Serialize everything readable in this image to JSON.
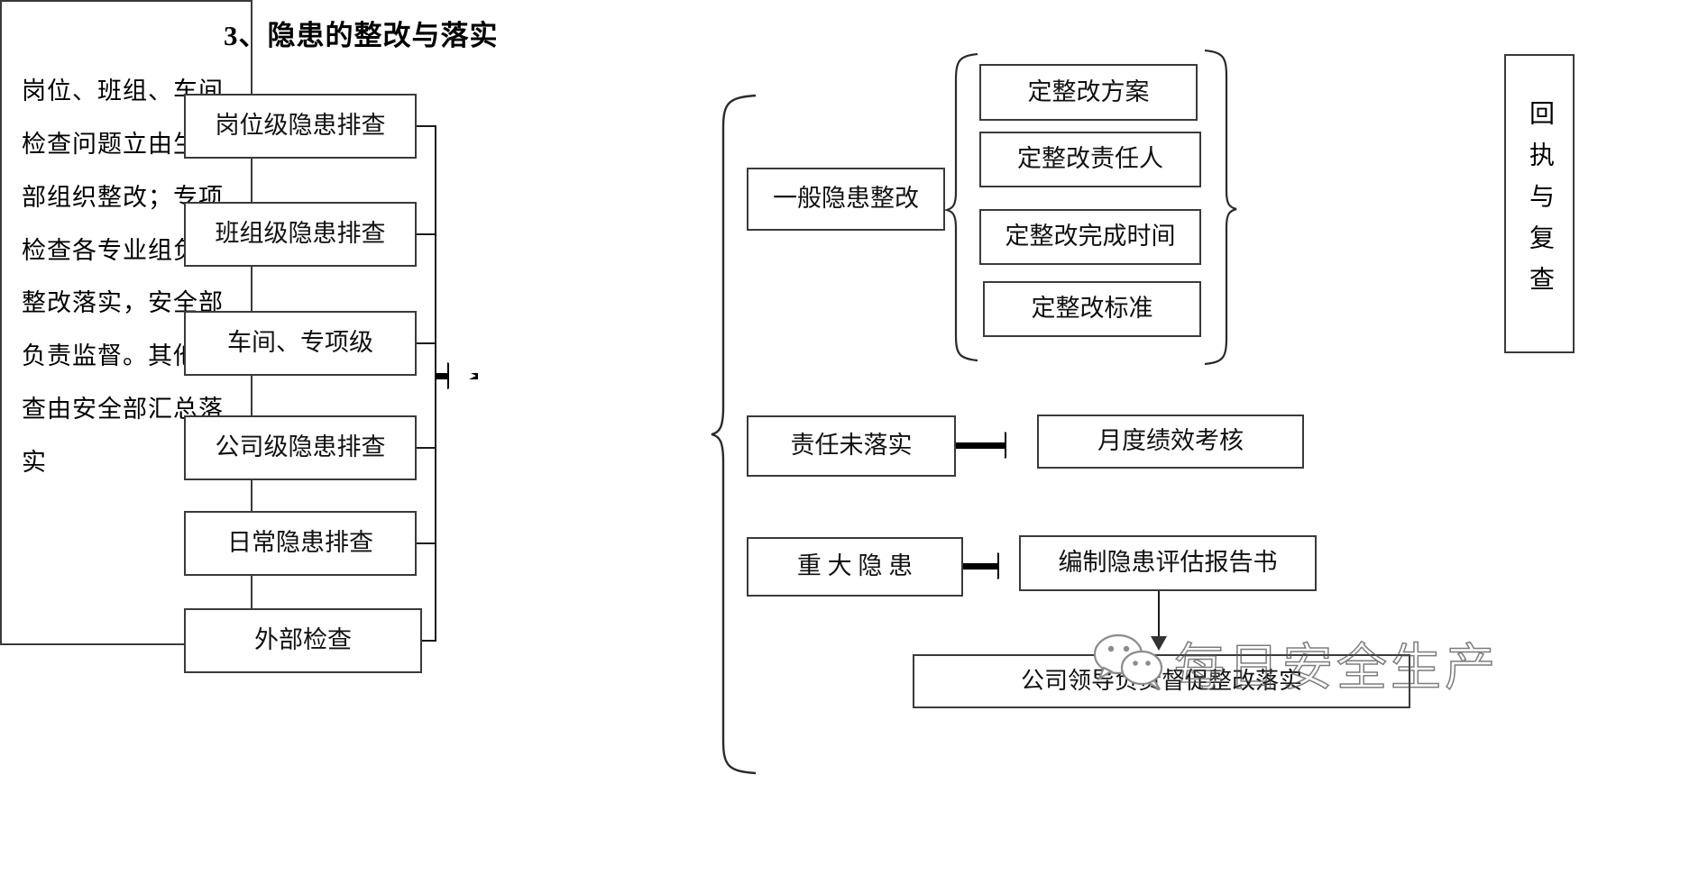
{
  "title": "3、隐患的整改与落实",
  "left_column": {
    "items": [
      {
        "label": "岗位级隐患排查"
      },
      {
        "label": "班组级隐患排查"
      },
      {
        "label": "车间、专项级"
      },
      {
        "label": "公司级隐患排查"
      },
      {
        "label": "日常隐患排查"
      },
      {
        "label": "外部检查"
      }
    ]
  },
  "center": {
    "label": "岗位、班组、车间检查问题立由生产部组织整改；专项检查各专业组负责整改落实，安全部负责监督。其他检查由安全部汇总落实"
  },
  "branches": {
    "general": {
      "label": "一般隐患整改"
    },
    "responsibility": {
      "label": "责任未落实"
    },
    "major": {
      "label": "重 大 隐 患"
    }
  },
  "measures": {
    "items": [
      {
        "label": "定整改方案"
      },
      {
        "label": "定整改责任人"
      },
      {
        "label": "定整改完成时间"
      },
      {
        "label": "定整改标准"
      }
    ]
  },
  "outcomes": {
    "receipt": {
      "label": "回执与复查"
    },
    "performance": {
      "label": "月度绩效考核"
    },
    "report": {
      "label": "编制隐患评估报告书"
    },
    "leader": {
      "label": "公司领导负责督促整改落实"
    }
  },
  "watermark": {
    "text": "每日安全生产",
    "icon": "wechat-bubble-icon"
  },
  "colors": {
    "stroke": "#3a3a3a",
    "line": "#1a1a1a",
    "background": "#ffffff"
  }
}
